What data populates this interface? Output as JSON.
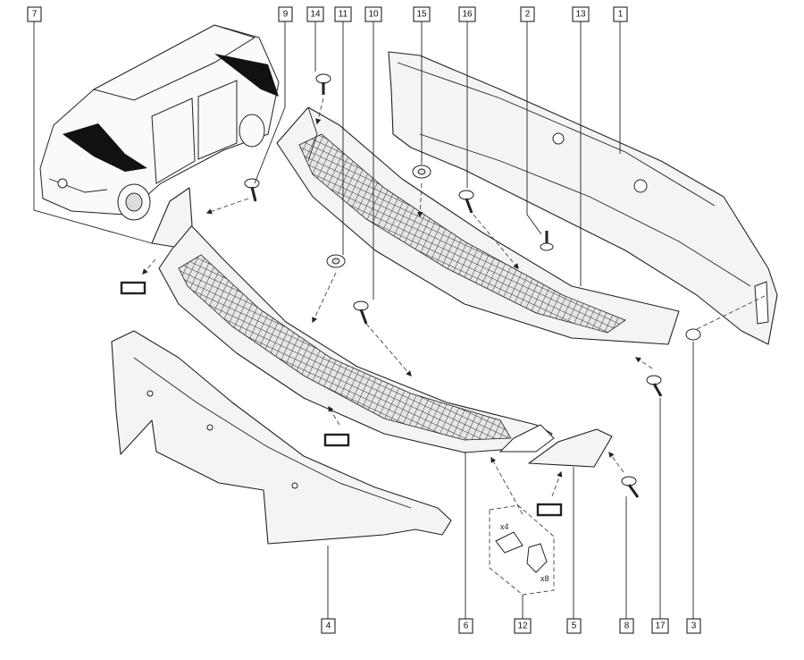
{
  "diagram": {
    "callouts": [
      {
        "id": "c7",
        "label": "7"
      },
      {
        "id": "c9",
        "label": "9"
      },
      {
        "id": "c14",
        "label": "14"
      },
      {
        "id": "c11",
        "label": "11"
      },
      {
        "id": "c10",
        "label": "10"
      },
      {
        "id": "c15",
        "label": "15"
      },
      {
        "id": "c16",
        "label": "16"
      },
      {
        "id": "c2",
        "label": "2"
      },
      {
        "id": "c13",
        "label": "13"
      },
      {
        "id": "c1",
        "label": "1"
      },
      {
        "id": "c4",
        "label": "4"
      },
      {
        "id": "c6",
        "label": "6"
      },
      {
        "id": "c12",
        "label": "12"
      },
      {
        "id": "c5",
        "label": "5"
      },
      {
        "id": "c8",
        "label": "8"
      },
      {
        "id": "c17",
        "label": "17"
      },
      {
        "id": "c3",
        "label": "3"
      }
    ],
    "quantity_labels": {
      "clip_x4": "x4",
      "clip_x8": "x8"
    }
  }
}
